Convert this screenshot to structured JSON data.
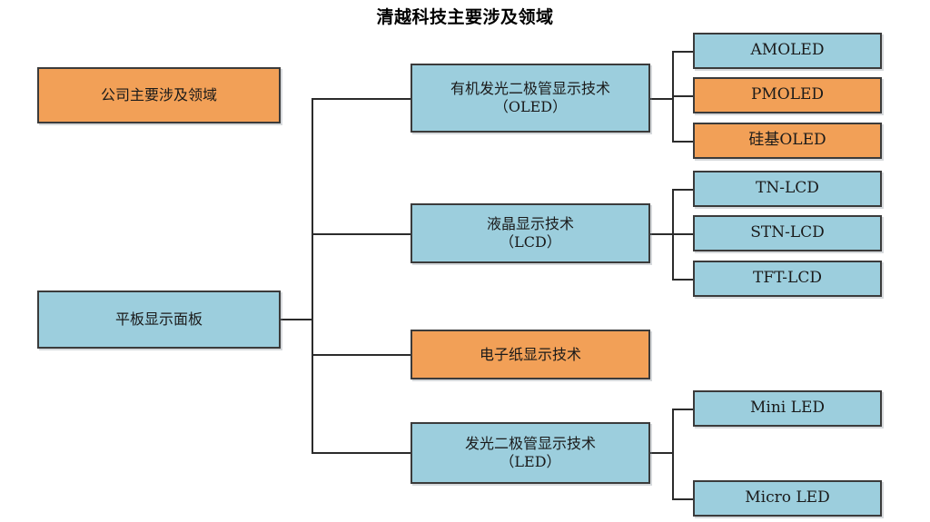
{
  "title": "清越科技主要涉及领域",
  "colors": {
    "highlight_orange": "#f2a057",
    "default_blue": "#9ccedd",
    "border": "#3b3b3b",
    "connector": "#2b2b2b",
    "background": "#ffffff"
  },
  "legend": {
    "label": "公司主要涉及领域",
    "color": "#f2a057"
  },
  "root": {
    "label": "平板显示面板",
    "color": "#9ccedd"
  },
  "branches": [
    {
      "label": "有机发光二极管显示技术\n（OLED）",
      "color": "#9ccedd",
      "children": [
        {
          "label": "AMOLED",
          "color": "#9ccedd"
        },
        {
          "label": "PMOLED",
          "color": "#f2a057"
        },
        {
          "label": "硅基OLED",
          "color": "#f2a057"
        }
      ]
    },
    {
      "label": "液晶显示技术\n（LCD）",
      "color": "#9ccedd",
      "children": [
        {
          "label": "TN-LCD",
          "color": "#9ccedd"
        },
        {
          "label": "STN-LCD",
          "color": "#9ccedd"
        },
        {
          "label": "TFT-LCD",
          "color": "#9ccedd"
        }
      ]
    },
    {
      "label": "电子纸显示技术",
      "color": "#f2a057",
      "children": []
    },
    {
      "label": "发光二极管显示技术\n（LED）",
      "color": "#9ccedd",
      "children": [
        {
          "label": "Mini LED",
          "color": "#9ccedd"
        },
        {
          "label": "Micro LED",
          "color": "#9ccedd"
        }
      ]
    }
  ]
}
